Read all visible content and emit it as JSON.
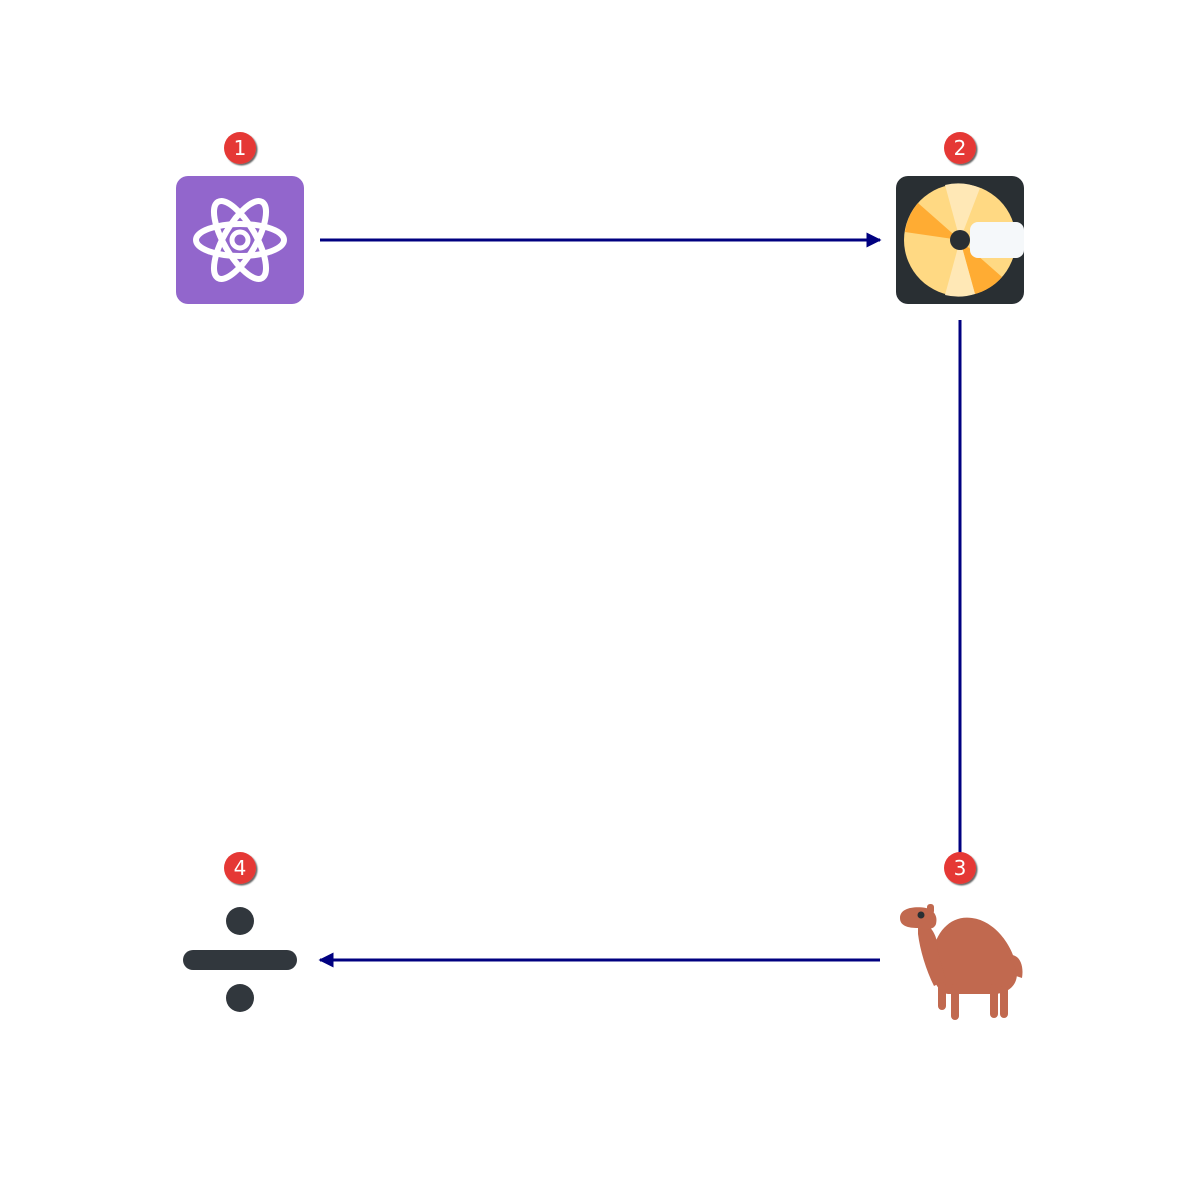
{
  "colors": {
    "background": "#ffffff",
    "arrow": "#000080",
    "badge_fill": "#e53935",
    "badge_text": "#ffffff"
  },
  "nodes": [
    {
      "id": "n1",
      "badge": "1",
      "icon": "atom-symbol-icon",
      "colors": {
        "tile": "#9266cc",
        "glyph": "#ffffff"
      }
    },
    {
      "id": "n2",
      "badge": "2",
      "icon": "minidisc-icon",
      "colors": {
        "tile": "#292f33",
        "disc": "#ffd983",
        "sector": "#ffac33",
        "label": "#f5f8fa"
      }
    },
    {
      "id": "n3",
      "badge": "3",
      "icon": "camel-icon",
      "colors": {
        "body": "#c1694f",
        "eye": "#292f33"
      }
    },
    {
      "id": "n4",
      "badge": "4",
      "icon": "division-sign-icon",
      "colors": {
        "glyph": "#31373d"
      }
    }
  ],
  "edges": [
    {
      "from": "n1",
      "to": "n2"
    },
    {
      "from": "n2",
      "to": "n3"
    },
    {
      "from": "n3",
      "to": "n4"
    }
  ]
}
